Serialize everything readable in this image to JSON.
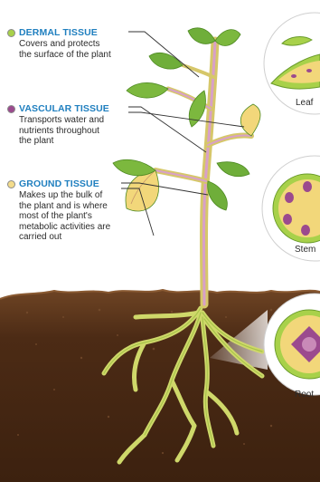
{
  "legend": {
    "dermal": {
      "title": "DERMAL TISSUE",
      "description": "Covers and protects the surface of the plant",
      "color": "#a8d14a"
    },
    "vascular": {
      "title": "VASCULAR TISSUE",
      "description": "Transports water and nutrients throughout the plant",
      "color": "#9b4a8e"
    },
    "ground": {
      "title": "GROUND TISSUE",
      "description": "Makes up the bulk of the plant and is where most of the plant's metabolic activities are carried out",
      "color": "#f3dc8c"
    }
  },
  "callouts": {
    "leaf": "Leaf",
    "stem": "Stem",
    "root": "Root"
  },
  "colors": {
    "title_blue": "#1f7fbf",
    "leaf_green": "#6fae3a",
    "stem_yellow": "#e8d878",
    "soil_brown": "#4a2a14"
  }
}
